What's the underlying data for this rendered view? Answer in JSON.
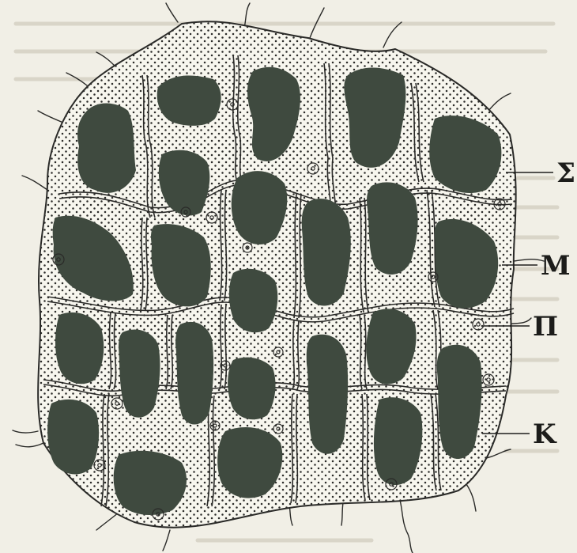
{
  "figure": {
    "labels": [
      {
        "id": "sigma",
        "text": "Σ"
      },
      {
        "id": "m",
        "text": "M"
      },
      {
        "id": "pi",
        "text": "Π"
      },
      {
        "id": "k",
        "text": "K"
      }
    ]
  },
  "colors": {
    "paper": "#f1efe6",
    "vacuole": "#3f4a3f",
    "ink": "#2a2a28",
    "cytoplasm": "#f7f6ee"
  }
}
